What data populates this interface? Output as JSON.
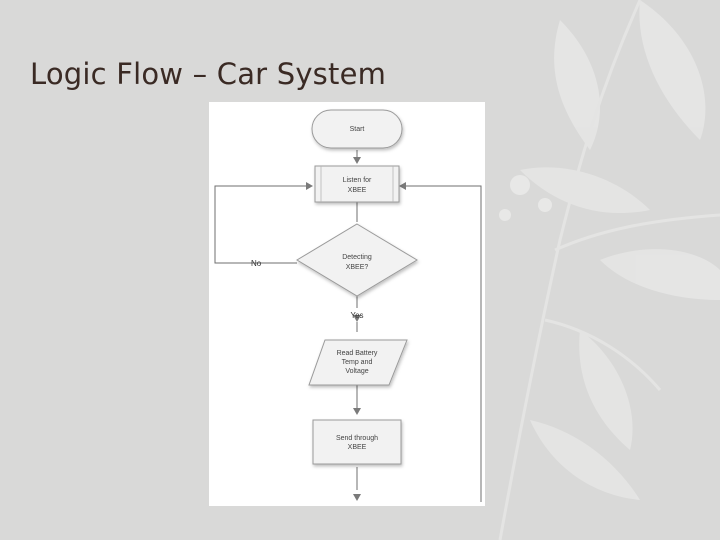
{
  "slide": {
    "title": "Logic Flow – Car System"
  },
  "flowchart": {
    "nodes": {
      "start": "Start",
      "listen_line1": "Listen for",
      "listen_line2": "XBEE",
      "decision_line1": "Detecting",
      "decision_line2": "XBEE?",
      "read_line1": "Read Battery",
      "read_line2": "Temp and",
      "read_line3": "Voltage",
      "send_line1": "Send through",
      "send_line2": "XBEE"
    },
    "edges": {
      "no_label": "No",
      "yes_label": "Yes"
    }
  },
  "colors": {
    "background": "#d9d9d8",
    "title": "#3a2a24",
    "node_fill": "#f2f2f2",
    "node_stroke": "#9a9a9a",
    "edge": "#6f6f6f"
  }
}
